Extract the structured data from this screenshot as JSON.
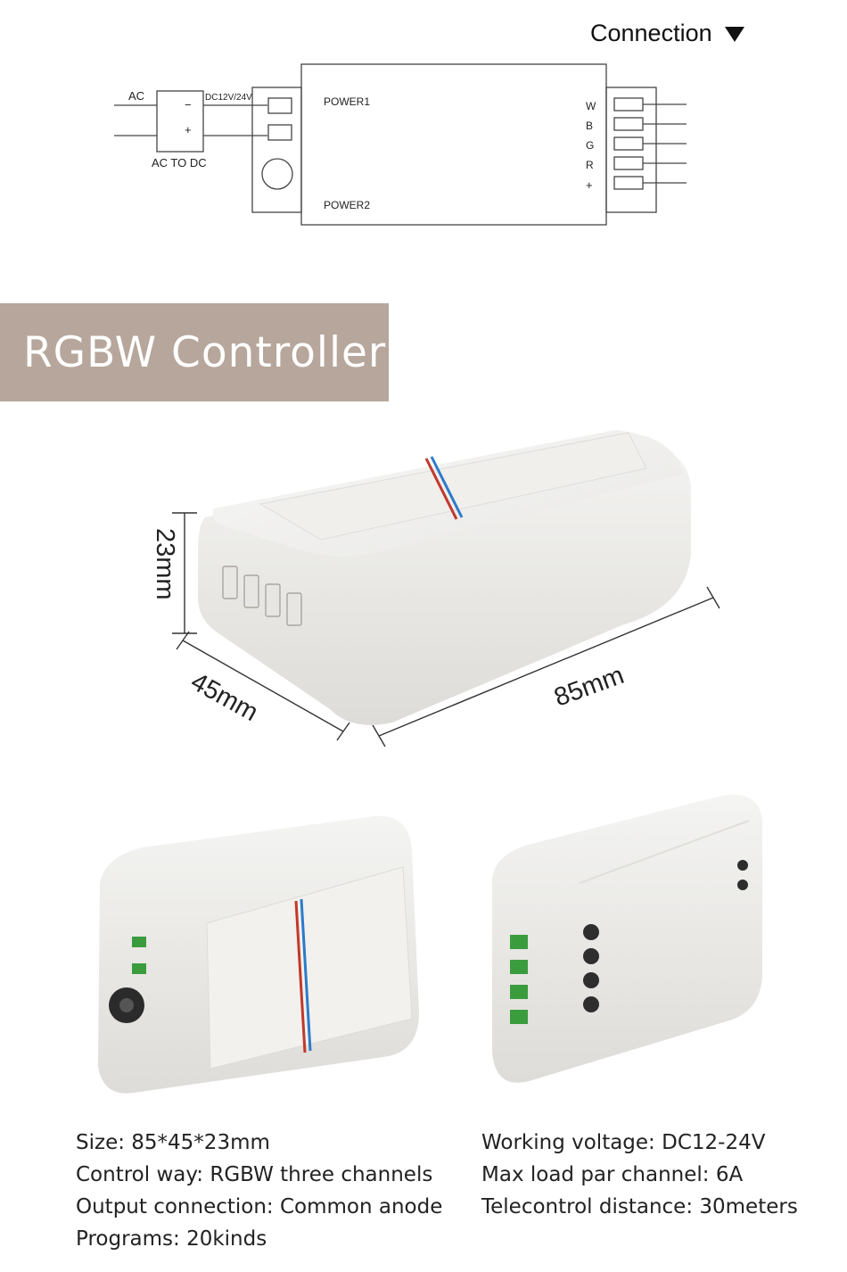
{
  "connection": {
    "heading": "Connection",
    "arrow_icon": "triangle-down-icon",
    "diagram": {
      "ac": "AC",
      "dc": "DC12V/24V",
      "minus": "−",
      "plus": "+",
      "adapter": "AC TO DC",
      "power1": "POWER1",
      "power2": "POWER2",
      "outputs": [
        "W",
        "B",
        "G",
        "R",
        "+"
      ]
    }
  },
  "banner": {
    "title": "RGBW  Controller",
    "color": "#b6a69b"
  },
  "dimensions": {
    "height": "23mm",
    "width": "45mm",
    "length": "85mm"
  },
  "specs": {
    "left": [
      "Size: 85*45*23mm",
      "Control way: RGBW three channels",
      "Output connection: Common anode",
      "Programs: 20kinds"
    ],
    "right": [
      "Working voltage: DC12-24V",
      "Max load par channel: 6A",
      "Telecontrol distance: 30meters"
    ]
  }
}
